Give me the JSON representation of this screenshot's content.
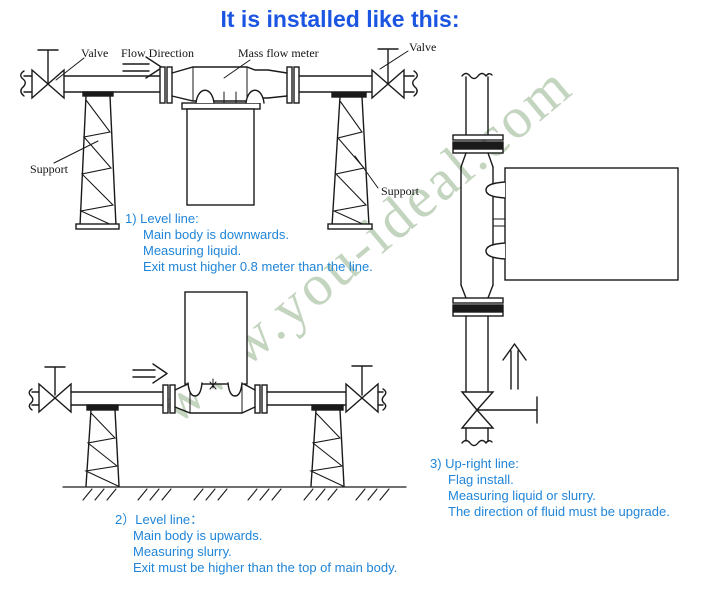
{
  "title": "It is installed like this:",
  "watermark": "www.you-ideal.com",
  "colors": {
    "title_blue": "#1b55e2",
    "note_blue": "#2085d8",
    "line_black": "#1a1a1a",
    "watermark_green": "#c3d4bf"
  },
  "diagram1": {
    "labels": {
      "valve_left": "Valve",
      "flow_direction": "Flow Direction",
      "mass_flow_meter": "Mass flow meter",
      "valve_right": "Valve",
      "support_left": "Support",
      "support_right": "Support"
    },
    "note": {
      "heading": "1) Level line:",
      "lines": [
        "Main body is downwards.",
        "Measuring liquid.",
        "Exit must higher 0.8 meter than the line."
      ]
    }
  },
  "diagram2": {
    "note": {
      "heading": "2）Level line：",
      "lines": [
        "Main body is upwards.",
        "Measuring slurry.",
        "Exit must be higher than the top of main body."
      ]
    }
  },
  "diagram3": {
    "note": {
      "heading": "3) Up-right line:",
      "lines": [
        "Flag install.",
        "Measuring liquid or slurry.",
        "The direction of fluid must be upgrade."
      ]
    }
  }
}
